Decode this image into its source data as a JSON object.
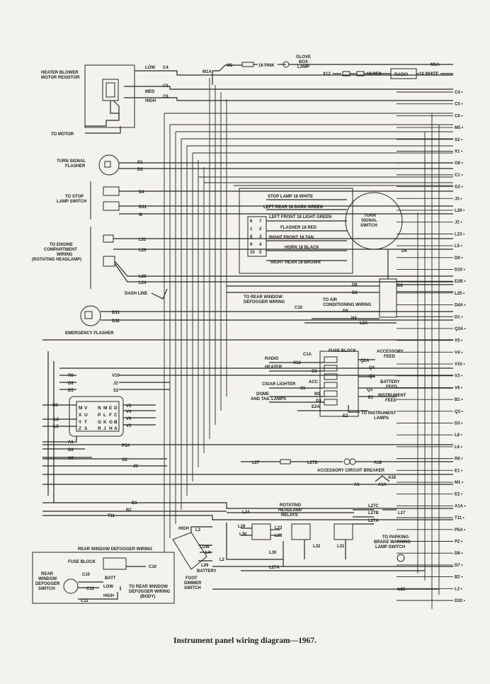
{
  "caption": "Instrument panel wiring diagram—1967.",
  "top_labels": {
    "m5": "M5",
    "pink": "18 PINK",
    "glove_box_lamp": [
      "GLOVE",
      "BOX",
      "LAMP"
    ],
    "m1a_left": "M1A",
    "x12": "X12",
    "red": "18 RED",
    "radio": "RADIO",
    "white": "18 WHITE",
    "m1a_right": "M1A"
  },
  "left_components": {
    "heater_resistor": [
      "HEATER BLOWER",
      "MOTOR RESISTOR"
    ],
    "low": "LOW",
    "med": "MED",
    "high": "HIGH",
    "to_motor": "TO MOTOR",
    "turn_flasher": [
      "TURN SIGNAL",
      "FLASHER"
    ],
    "stop_switch": [
      "TO STOP",
      "LAMP SWITCH"
    ],
    "engine_wiring": [
      "TO ENGINE",
      "COMPARTMENT",
      "WIRING",
      "(ROTATING HEADLAMP)"
    ],
    "dash_line": "DASH LINE",
    "emergency_flasher": "EMERGENCY FLASHER"
  },
  "left_wires": [
    "C4",
    "C5",
    "C6",
    "D1",
    "D2",
    "D4",
    "D31",
    "I8",
    "L31",
    "L26",
    "L28",
    "L24",
    "D31",
    "D32"
  ],
  "turn_signal_switch": {
    "title": [
      "TURN",
      "SIGNAL",
      "SWITCH"
    ],
    "wires": [
      "STOP LAMP 18 WHITE",
      "LEFT REAR 18 DARK GREEN",
      "LEFT FRONT 18 LIGHT GREEN",
      "FLASHER 18 RED",
      "RIGHT FRONT 18 TAN",
      "HORN 18 BLACK",
      "RIGHT REAR 18 BROWN"
    ],
    "pins": [
      "6",
      "7",
      "1",
      "2",
      "8",
      "3",
      "9",
      "4",
      "10",
      "5"
    ]
  },
  "right_edge_labels": [
    "C4",
    "C5",
    "C6",
    "M5",
    "S2",
    "X1",
    "G6",
    "C1",
    "G2",
    "J3",
    "L26",
    "J2",
    "L23",
    "L5",
    "D9",
    "D10",
    "E2B",
    "L25",
    "D4A",
    "D1",
    "Q3A",
    "V5",
    "V4",
    "V10",
    "V3",
    "V6",
    "B1",
    "Q3",
    "D3",
    "L8",
    "L6",
    "R6",
    "E1",
    "M1",
    "E2",
    "A1A",
    "T11",
    "P5A",
    "P2",
    "D8",
    "D7",
    "B2",
    "L3",
    "D32"
  ],
  "center_labels": {
    "d4": "D4",
    "d6": "D6",
    "d8": "D8",
    "d2": "D2",
    "d5": "D5",
    "h3": "H3",
    "l2a": "L2A",
    "rear_defogger": [
      "TO REAR WINDOW",
      "DEFOGGER WIRING"
    ],
    "c10": "C10",
    "air_cond": [
      "TO AIR",
      "CONDITIONING WIRING"
    ],
    "fuse_block": "FUSE BLOCK",
    "accessory_feed": [
      "ACCESSORY",
      "FEED"
    ],
    "radio": "RADIO",
    "heater": "HEATER",
    "x12": "X12",
    "c1a": "C1A",
    "c1": "C1",
    "q2a": "Q2A",
    "q4a": "Q4",
    "q4b": "Q4",
    "battery_feed": [
      "BATTERY",
      "FEED"
    ],
    "acc": "ACC",
    "cigar": "CIGAR LIGHTER",
    "x1": "X1",
    "dome": [
      "DOME",
      "AND TAIL LAMPS"
    ],
    "m1": "M1",
    "d3": "D3",
    "e2a": "E2A",
    "q3": "Q3",
    "e1": "E1",
    "instrument_feed": [
      "INSTRUMENT",
      "FEED"
    ],
    "to_instr_lamps": [
      "TO INSTRUMENT",
      "LAMPS"
    ],
    "e2": "E2"
  },
  "connector": {
    "pins": [
      "M",
      "V",
      "N",
      "M",
      "E",
      "D",
      "X",
      "U",
      "P",
      "L",
      "F",
      "C",
      "Y",
      "T",
      "O",
      "K",
      "G",
      "B",
      "Z",
      "S",
      "R",
      "J",
      "H",
      "A"
    ],
    "wires_left": [
      "R6",
      "D6",
      "D5",
      "H3",
      "L2",
      "L5",
      "A1",
      "D6",
      "G6"
    ],
    "wires_right": [
      "V10",
      "J2",
      "S2",
      "V5",
      "V4",
      "V6",
      "V3"
    ]
  },
  "lower_labels": {
    "p5a": "P5A",
    "g2": "G2",
    "j3": "J3",
    "l27": "L27",
    "l27d": "L27D",
    "a18": "A18",
    "acc_breaker": "ACCESSORY CIRCUIT BREAKER",
    "a1": "A1",
    "a1a": "A1A",
    "a18b": "A18",
    "b1": "B1",
    "b2": "B2",
    "t11": "T11",
    "l24": "L24",
    "rot_relays": [
      "ROTATING",
      "HEADLAMP",
      "RELAYS"
    ],
    "l27c": "L27C",
    "l27b": "L27B",
    "l27a": "L27A",
    "l27r": "L27",
    "l29": "L29",
    "l30": "L30",
    "l28": "L28",
    "l23": "L23",
    "l32": "L32",
    "l31": "L31",
    "l30b": "L30",
    "l27a2": "L27A",
    "l25": "L25",
    "parking_brake": [
      "TO PARKING",
      "BRAKE WARNING",
      "LAMP SWITCH"
    ],
    "high": "HIGH",
    "low": "LOW",
    "l3": "L3",
    "l4": "L4",
    "l2": "L2",
    "l29b": "L29",
    "battery": "BATTERY",
    "foot_switch": [
      "FOOT",
      "DIMMER",
      "SWITCH"
    ]
  },
  "defogger_inset": {
    "title": "REAR WINDOW DEFOGGER WIRING",
    "fuse_block": "FUSE BLOCK",
    "c10": "C10",
    "c10b": "C10",
    "batt": "BATT",
    "switch": [
      "REAR",
      "WINDOW",
      "DEFOGGER",
      "SWITCH"
    ],
    "c12": "C12",
    "low": "LOW",
    "high": "HIGH",
    "c11": "C11",
    "to_wiring": [
      "TO REAR WINDOW",
      "DEFOGGER WIRING",
      "(BODY)"
    ]
  }
}
